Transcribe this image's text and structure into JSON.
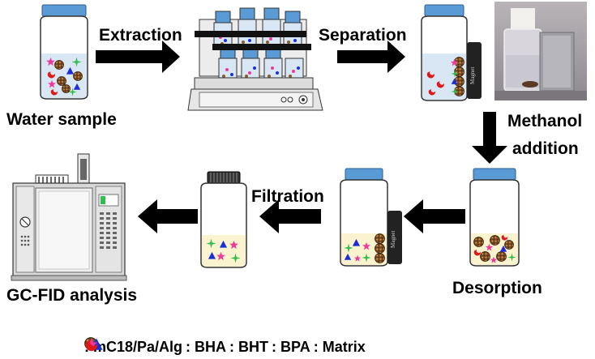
{
  "steps": {
    "water_sample": "Water sample",
    "extraction": "Extraction",
    "separation": "Separation",
    "methanol_line1": "Methanol",
    "methanol_line2": "addition",
    "desorption": "Desorption",
    "filtration": "Filtration",
    "gcfid": "GC-FID analysis"
  },
  "magnet_label": "Magnet",
  "legend": [
    {
      "symbol": "particle",
      "label": ": mC18/Pa/Alg"
    },
    {
      "symbol": "green-star",
      "label": ": BHA"
    },
    {
      "symbol": "blue-triangle",
      "label": ": BHT"
    },
    {
      "symbol": "pink-star",
      "label": ": BPA"
    },
    {
      "symbol": "red-crescent",
      "label": ": Matrix"
    }
  ],
  "colors": {
    "particle": "#8a5a2b",
    "bha": "#2fbf4a",
    "bht": "#1c2fd6",
    "bpa": "#f03a9a",
    "matrix": "#e01818",
    "cap": "#5a9bd5",
    "water": "#d9e6f3",
    "sediment": "#fbf3cf"
  }
}
